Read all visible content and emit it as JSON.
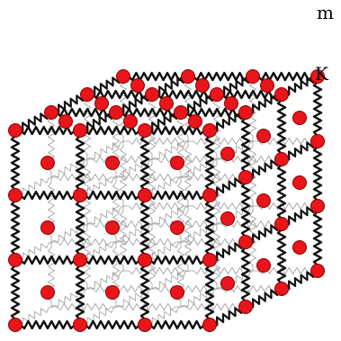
{
  "labels": {
    "mass": "m",
    "spring": "K"
  },
  "colors": {
    "mass_fill": "#e8161b",
    "mass_stroke": "#8a0000",
    "outer_spring": "#111111",
    "inner_spring": "#9a9a9a",
    "background": "#ffffff"
  },
  "lattice": {
    "front_cells": 3,
    "depth_cells": 3
  }
}
